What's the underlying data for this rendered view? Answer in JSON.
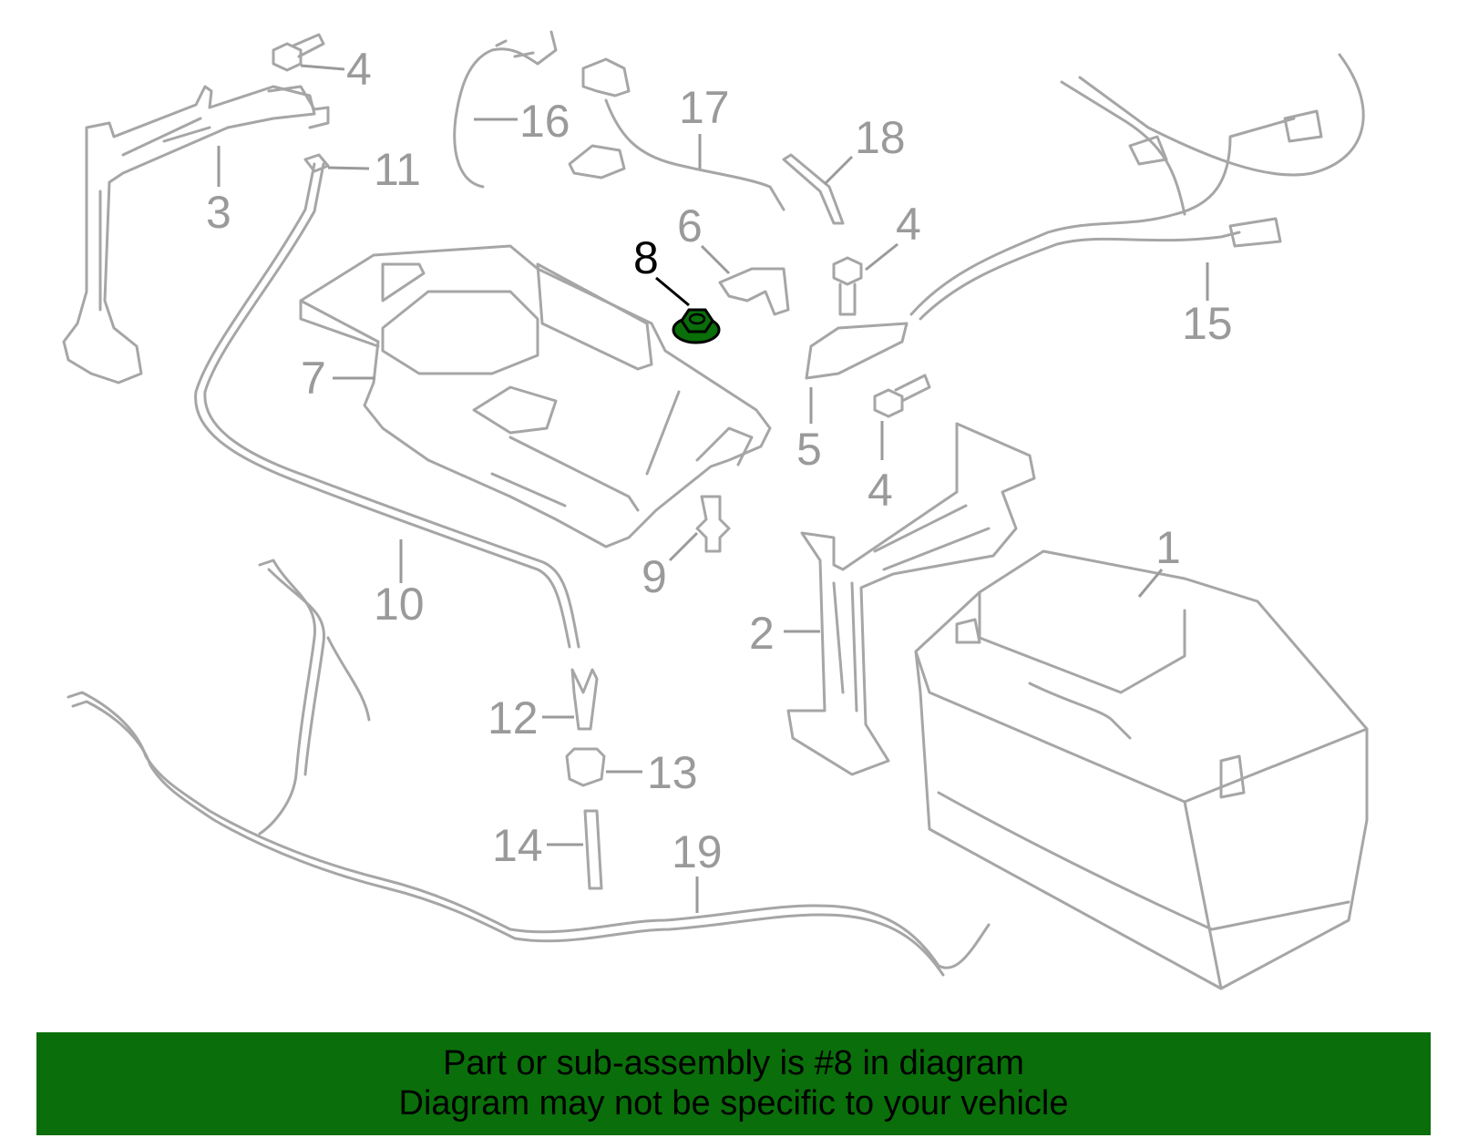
{
  "diagram": {
    "highlight_color": "#0a6e0a",
    "part_color": "#a6a6a6",
    "callouts": [
      {
        "id": "1",
        "label": "1"
      },
      {
        "id": "2",
        "label": "2"
      },
      {
        "id": "3",
        "label": "3"
      },
      {
        "id": "4a",
        "label": "4"
      },
      {
        "id": "4b",
        "label": "4"
      },
      {
        "id": "4c",
        "label": "4"
      },
      {
        "id": "5",
        "label": "5"
      },
      {
        "id": "6",
        "label": "6"
      },
      {
        "id": "7",
        "label": "7"
      },
      {
        "id": "8",
        "label": "8",
        "highlighted": true
      },
      {
        "id": "9",
        "label": "9"
      },
      {
        "id": "10",
        "label": "10"
      },
      {
        "id": "11",
        "label": "11"
      },
      {
        "id": "12",
        "label": "12"
      },
      {
        "id": "13",
        "label": "13"
      },
      {
        "id": "14",
        "label": "14"
      },
      {
        "id": "15",
        "label": "15"
      },
      {
        "id": "16",
        "label": "16"
      },
      {
        "id": "17",
        "label": "17"
      },
      {
        "id": "18",
        "label": "18"
      },
      {
        "id": "19",
        "label": "19"
      }
    ]
  },
  "banner": {
    "line1": "Part or sub-assembly is #8 in diagram",
    "line2": "Diagram may not be specific to your vehicle",
    "background": "#0a6e0a"
  }
}
